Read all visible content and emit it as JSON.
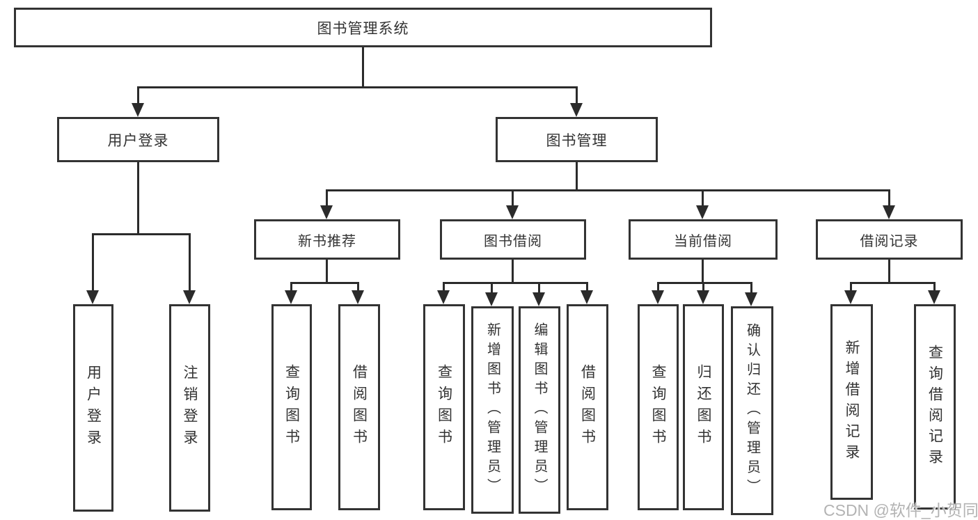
{
  "diagram": {
    "root": {
      "label": "图书管理系统"
    },
    "branches": [
      {
        "label": "用户登录",
        "children": [
          {
            "label": "用户登录"
          },
          {
            "label": "注销登录"
          }
        ]
      },
      {
        "label": "图书管理",
        "children": [
          {
            "label": "新书推荐",
            "children": [
              {
                "label": "查询图书"
              },
              {
                "label": "借阅图书"
              }
            ]
          },
          {
            "label": "图书借阅",
            "children": [
              {
                "label": "查询图书"
              },
              {
                "label": "新增图书（管理员）"
              },
              {
                "label": "编辑图书（管理员）"
              },
              {
                "label": "借阅图书"
              }
            ]
          },
          {
            "label": "当前借阅",
            "children": [
              {
                "label": "查询图书"
              },
              {
                "label": "归还图书"
              },
              {
                "label": "确认归还（管理员）"
              }
            ]
          },
          {
            "label": "借阅记录",
            "children": [
              {
                "label": "新增借阅记录"
              },
              {
                "label": "查询借阅记录"
              }
            ]
          }
        ]
      }
    ]
  },
  "watermark": {
    "text": "CSDN @软件_小贺同学"
  },
  "colors": {
    "box_border": "#333333",
    "connector": "#2b2b2b",
    "text": "#333333",
    "watermark": "#b3b3b3",
    "background": "#ffffff"
  }
}
